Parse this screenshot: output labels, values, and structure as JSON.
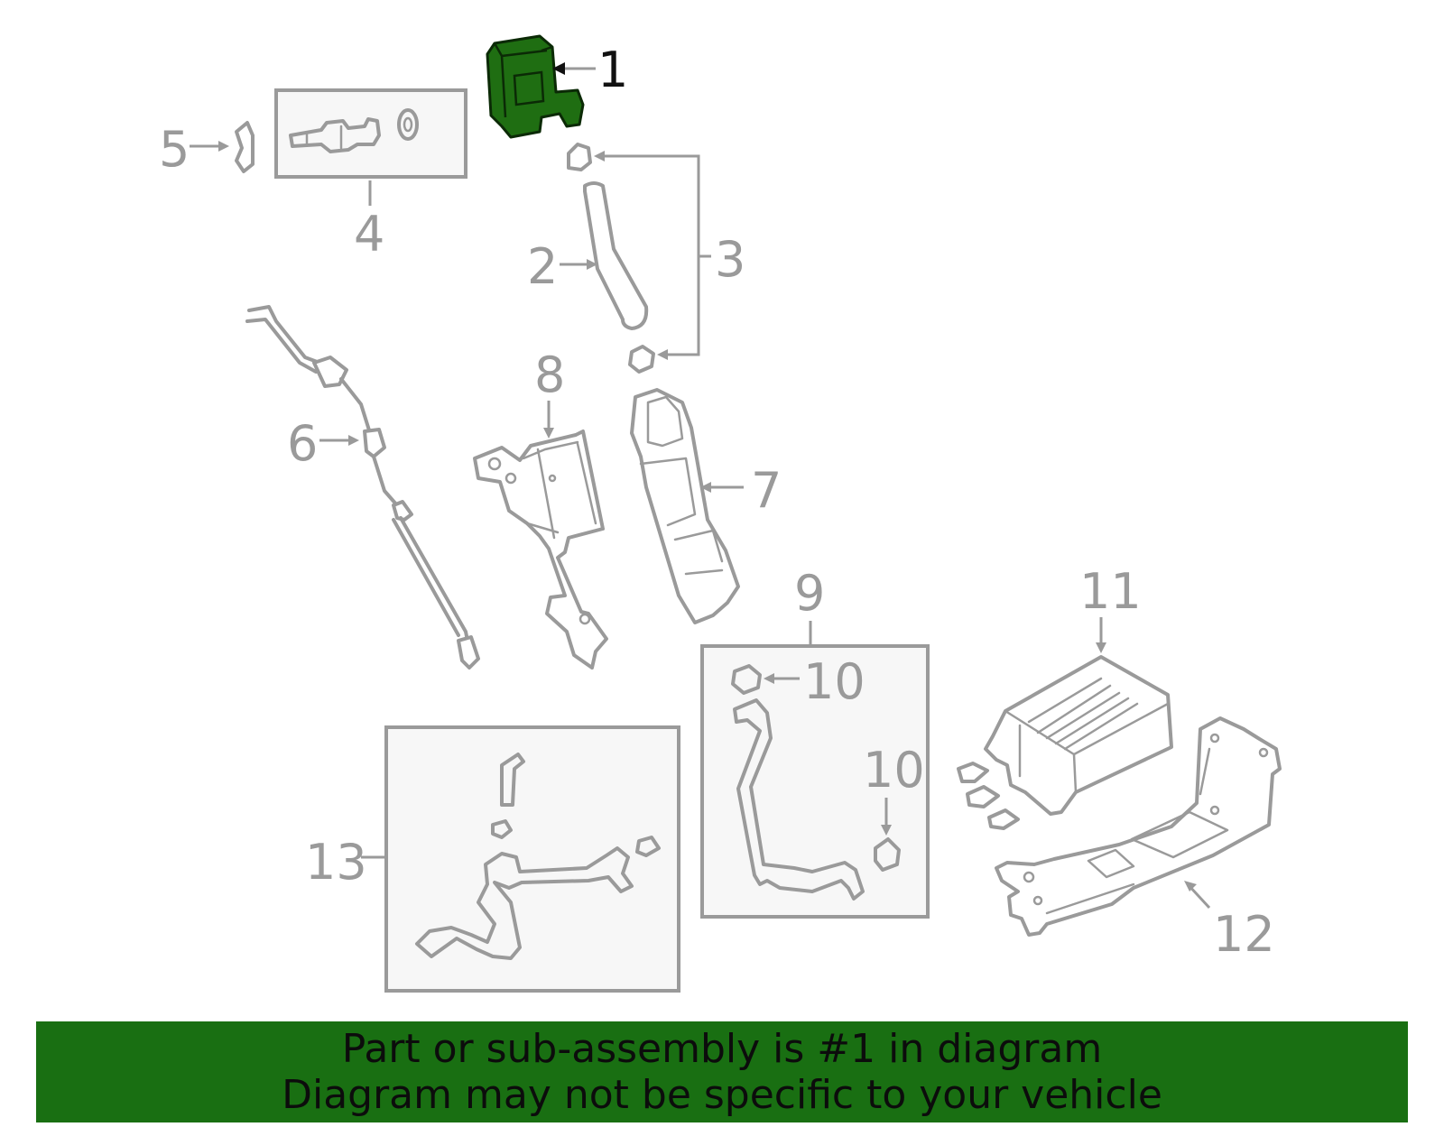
{
  "callouts": {
    "c1": "1",
    "c2": "2",
    "c3": "3",
    "c4": "4",
    "c5": "5",
    "c6": "6",
    "c7": "7",
    "c8": "8",
    "c9": "9",
    "c10a": "10",
    "c10b": "10",
    "c11": "11",
    "c12": "12",
    "c13": "13"
  },
  "highlighted_part": "1",
  "colors": {
    "highlight_fill": "#1f6e12",
    "banner_background": "#196f12",
    "line_gray": "#9a9a9a"
  },
  "banner": {
    "line1": "Part or sub-assembly is #1 in diagram",
    "line2": "Diagram may not be specific to your vehicle"
  }
}
